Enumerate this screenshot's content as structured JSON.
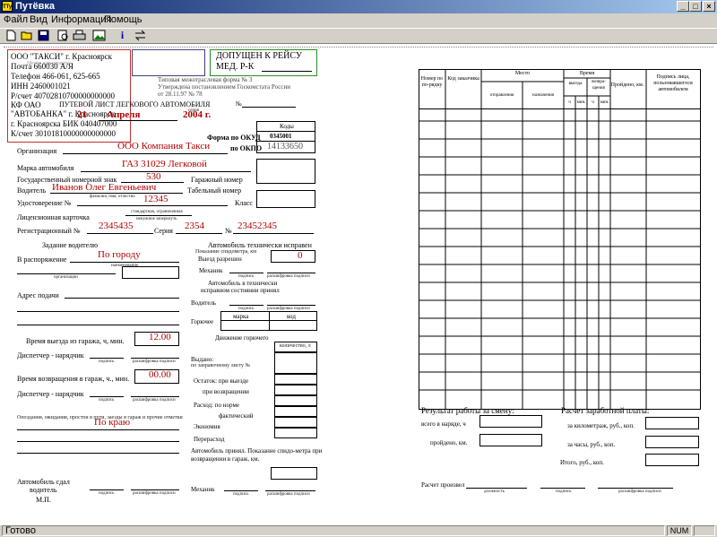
{
  "window": {
    "title": "Путёвка",
    "icon_text": "TTy",
    "minimize": "_",
    "maximize": "□",
    "close": "×"
  },
  "menu": [
    "Файл",
    "Вид",
    "Информация",
    "Помощь"
  ],
  "toolbar": {
    "icons": [
      "new-icon",
      "open-icon",
      "save-icon",
      "preview-icon",
      "print-icon",
      "image-icon",
      "info-icon",
      "swap-icon"
    ],
    "info_glyph": "i"
  },
  "status": {
    "text": "Готово",
    "num": "NUM"
  },
  "form": {
    "stamp_lines": [
      "ООО \"ТАКСИ\" г. Красноярск",
      "Почта 660030 А/Я",
      "Телефон 466-061, 625-665",
      "ИНН 2460001021",
      "Р/счет 40702810700000000000",
      "КФ ОАО",
      "\"АВТОБАНКА\" г. Красноярск",
      "г. Красноярска БИК 040407000",
      "К/счет 30101810000000000000"
    ],
    "stamp_place": "Место для штампа",
    "admitted_line1": "ДОПУЩЕН К РЕЙСУ",
    "admitted_line2": "МЕД. Р-К",
    "standard_form1": "Типовая межотраслевая форма № 3",
    "standard_form2": "Утверждена постановлением Госкомстата России",
    "standard_form3": "от 28.11.97 № 78",
    "doc_title": "ПУТЕВОЙ ЛИСТ ЛЕГКОВОГО АВТОМОБИЛЯ",
    "no_sign": "№",
    "series": "серия",
    "date_day": "21",
    "date_month": "Апреля",
    "date_year": "2004 г.",
    "codes": "Коды",
    "okud_label": "Форма по ОКУД",
    "okud_value": "0345001",
    "okpo_label": "по ОКПО",
    "okpo_value": "14133650",
    "org_label": "Организация",
    "org_value": "ООО Компания Такси",
    "car_label": "Марка автомобиля",
    "car_value": "ГАЗ 31029 Легковой",
    "plate_label": "Государственный номерной знак",
    "plate_value": "530",
    "garage_label": "Гаражный номер",
    "driver_label": "Водитель",
    "driver_value": "Иванов Олег Евгеньевич",
    "fio_hint": "фамилия, имя, отчество",
    "tab_label": "Табельный номер",
    "cert_label": "Удостоверение №",
    "cert_value": "12345",
    "class_label": "Класс",
    "license_label": "Лицензионная карточка",
    "license_hint1": "стандартная, ограниченная",
    "license_hint2": "ненужное зачеркнуть",
    "reg_label": "Регистрационный №",
    "reg_value": "2345435",
    "series_label": "Серия",
    "series_value": "2354",
    "no_label": "№",
    "no_value": "23452345",
    "task_title": "Задание водителю",
    "dispose_label": "В распоряжение",
    "dispose_value": "По городу",
    "name_hint": "наименование",
    "org_hint": "организации",
    "address_label": "Адрес подачи",
    "exit_time_label": "Время выезда из гаража, ч, мин.",
    "exit_time_value": "12.00",
    "dispatcher_label": "Диспетчер - нарядчик",
    "sign_hint": "подпись",
    "decode_hint": "расшифровка подписи",
    "return_time_label": "Время возвращения в гараж, ч., мин.",
    "return_time_value": "00.00",
    "delays_label": "Опоздания, ожидания, простои в пути, заезды в гараж и прочие отметки",
    "delays_value": "По краю",
    "car_ok": "Автомобиль технически исправен",
    "odo_label": "Показание спидометра, км",
    "exit_allowed": "Выезд разрешен",
    "odo_value": "0",
    "mechanic_label": "Механик",
    "car_ok2": "Автомобиль в технически",
    "car_ok3": "исправном состоянии принял",
    "driver2_label": "Водитель",
    "fuel_label": "Горючее",
    "brand_col": "марка",
    "code_col": "код",
    "fuel_move": "Движение горючего",
    "qty_label": "количество, л",
    "issued_label": "Выдано:",
    "issued_label2": "по заправочному листу №",
    "rest_exit": "Остаток: при выезде",
    "rest_return": "при возвращении",
    "cons_norm": "Расход: по норме",
    "cons_fact": "фактический",
    "economy": "Экономия",
    "overrun": "Перерасход",
    "car_accepted": "Автомобиль принял. Показание спидо-метра при возвращении в гараж, км.",
    "mechanic2": "Механик",
    "car_handed": "Автомобиль сдал",
    "driver3": "водитель",
    "mp": "М.П.",
    "table_headers": {
      "num": "Номер по по-рядку",
      "client": "Код заказчика",
      "place": "Место",
      "dep": "отправления",
      "dest": "назначения",
      "time": "Время",
      "exit": "выезда",
      "return": "возвра-щения",
      "h": "ч",
      "min": "мин.",
      "km": "Пройдено, км.",
      "sign": "Подпись лица, пользовавшегося автомобилем"
    },
    "results_title": "Результат работы за смену:",
    "total_outfit": "всего в наряде, ч",
    "passed_km": "пройдено, км.",
    "salary_title": "Расчет заработной платы:",
    "per_km": "за километраж, руб., коп.",
    "per_hours": "за часы, руб., коп.",
    "total": "Итого, руб., коп.",
    "calc_by": "Расчет произвел",
    "position_hint": "должность"
  },
  "colors": {
    "title_start": "#0a246a",
    "title_end": "#a6caf0",
    "field_red": "#b00000",
    "admit_green": "#2a8a2a",
    "stamp_red": "#c03030"
  }
}
